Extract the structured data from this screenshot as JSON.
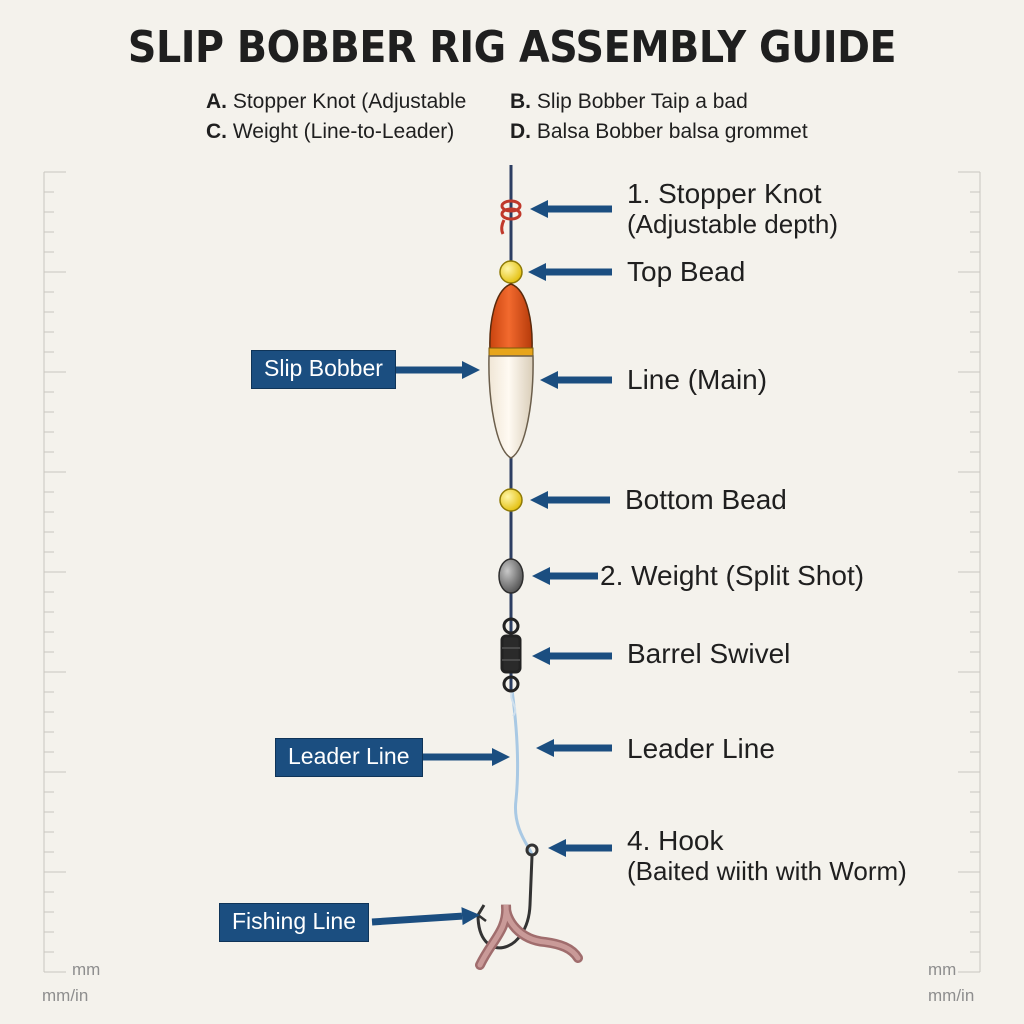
{
  "title": "SLIP BOBBER RIG ASSEMBLY GUIDE",
  "legend": [
    {
      "letter": "A.",
      "text": "Stopper Knot (Adjustable"
    },
    {
      "letter": "B.",
      "text": "Slip Bobber  Taip a bad"
    },
    {
      "letter": "C.",
      "text": "Weight (Line-to-Leader)"
    },
    {
      "letter": "D.",
      "text": "Balsa Bobber balsa grommet"
    }
  ],
  "right_labels": [
    {
      "line1": "1. Stopper Knot",
      "line2": "(Adjustable depth)"
    },
    {
      "line1": "Top Bead"
    },
    {
      "line1": "Line (Main)"
    },
    {
      "line1": "Bottom Bead"
    },
    {
      "line1": "2. Weight (Split Shot)"
    },
    {
      "line1": "Barrel Swivel"
    },
    {
      "line1": "Leader Line"
    },
    {
      "line1": "4. Hook",
      "line2": "(Baited wiith with Worm)"
    }
  ],
  "left_boxes": [
    "Slip Bobber",
    "Leader Line",
    "Fishing Line"
  ],
  "ruler": {
    "left_unit_top": "mm",
    "left_unit_bottom": "mm/in",
    "right_unit_top": "mm",
    "right_unit_bottom": "mm/in"
  },
  "colors": {
    "arrow": "#1b4e80",
    "bobber_top": "#e8541c",
    "bobber_bottom": "#f5ece0",
    "bead": "#f2d21a",
    "line": "#2c3e62",
    "leader": "#a9c9e4",
    "worm": "#b07a7a",
    "knot": "#c0392b"
  }
}
